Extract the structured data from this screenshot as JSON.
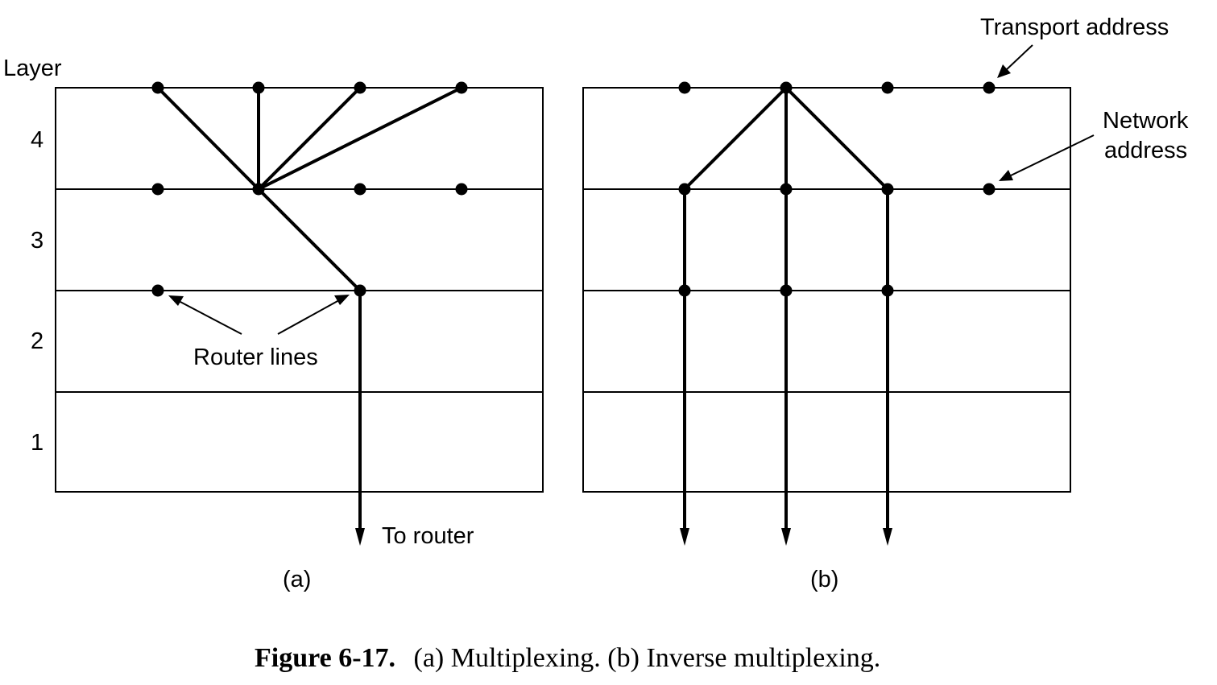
{
  "layer_heading": "Layer",
  "layer_numbers": [
    "4",
    "3",
    "2",
    "1"
  ],
  "panel_a": {
    "router_lines_label": "Router lines",
    "to_router_label": "To router",
    "panel_label": "(a)"
  },
  "panel_b": {
    "transport_address_label": "Transport address",
    "network_address_label_line1": "Network",
    "network_address_label_line2": "address",
    "panel_label": "(b)"
  },
  "caption": {
    "figure_number": "Figure 6-17.",
    "text": "(a) Multiplexing. (b) Inverse multiplexing."
  }
}
